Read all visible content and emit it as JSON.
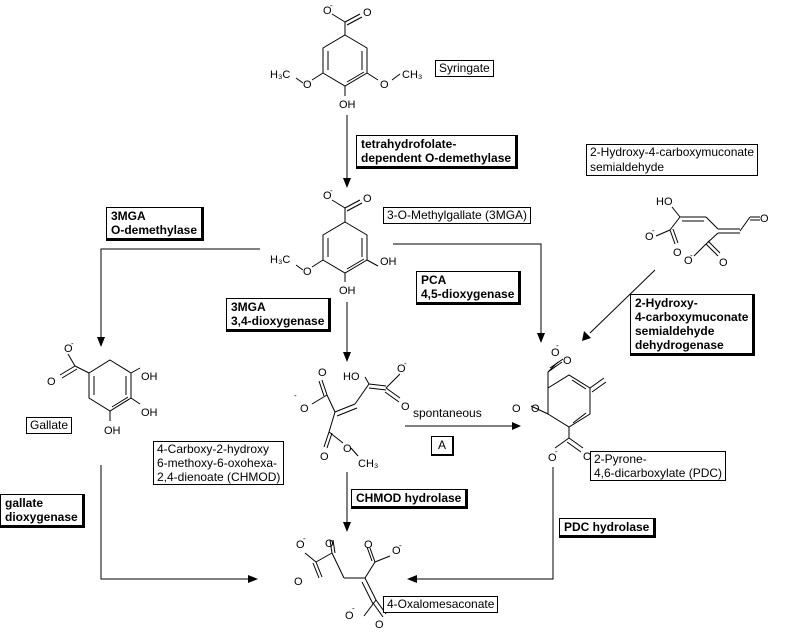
{
  "compounds": {
    "syringate": "Syringate",
    "mga": "3-O-Methylgallate (3MGA)",
    "gallate": "Gallate",
    "chmod": [
      "4-Carboxy-2-hydroxy",
      "6-methoxy-6-oxohexa-",
      "2,4-dienoate (CHMOD)"
    ],
    "pdc": [
      "2-Pyrone-",
      "4,6-dicarboxylate (PDC)"
    ],
    "hcms": [
      "2-Hydroxy-4-carboxymuconate",
      "semialdehyde"
    ],
    "oma": "4-Oxalomesaconate"
  },
  "enzymes": {
    "thf_demethylase": [
      "tetrahydrofolate-",
      "dependent O-demethylase"
    ],
    "mga_demethylase": [
      "3MGA",
      "O-demethylase"
    ],
    "pca_dioxygenase": [
      "PCA",
      "4,5-dioxygenase"
    ],
    "mga_dioxygenase": [
      "3MGA",
      "3,4-dioxygenase"
    ],
    "hcms_dehydrogenase": [
      "2-Hydroxy-",
      "4-carboxymuconate",
      "semialdehyde",
      "dehydrogenase"
    ],
    "gallate_dioxygenase": [
      "gallate",
      "dioxygenase"
    ],
    "chmod_hydrolase": "CHMOD hydrolase",
    "pdc_hydrolase": "PDC hydrolase"
  },
  "annotations": {
    "spontaneous": "spontaneous",
    "box_a": "A"
  },
  "atoms": {
    "O": "O",
    "OH": "OH",
    "HO": "HO",
    "H3C": "H₃C",
    "CH3": "CH₃",
    "minus": "-"
  }
}
